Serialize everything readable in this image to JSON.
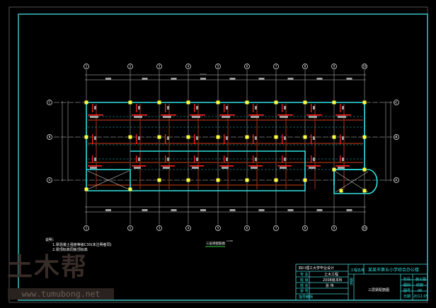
{
  "drawing": {
    "title": "三层梁配筋图",
    "scale": "1:100",
    "axes_columns": [
      "1",
      "2",
      "3",
      "4",
      "5",
      "6",
      "7",
      "8",
      "9",
      "10"
    ],
    "axes_rows": [
      "A",
      "B",
      "C"
    ],
    "dimension_total": "39600",
    "notes": {
      "heading": "说明：",
      "line1": "1.梁混凝土强度等级C30(未注明者同)",
      "line2": "2.梁顶标高同板顶标高"
    }
  },
  "title_block": {
    "school": "四川理工大学毕业设计",
    "major_label": "专 业",
    "major_value": "土木工程",
    "class_label": "班 级",
    "class_value": "2008级本科",
    "name_label": "姓 名",
    "name_value": "张 伟",
    "id_label": "学 号",
    "advisor_label": "指导教师",
    "project_label": "工程名称",
    "project_value": "某某市第五小学综合办公楼",
    "drawing_label": "图 名",
    "drawing_value": "三层梁配筋图",
    "stage_label": "阶段",
    "stage_value": "施工图",
    "type_label": "图别",
    "type_value": "结施",
    "no_label": "图号",
    "no_value": "06",
    "date_label": "日期",
    "date_value": "2012.05"
  },
  "watermark": {
    "logo": "土木帮",
    "url": "www.tumubong.net"
  },
  "colors": {
    "frame": "#40d0d0",
    "grid": "#c8c8c8",
    "wall": "#30e0e0",
    "column": "#ffff40",
    "beam": "#8a2a10",
    "rebar": "#ff2020",
    "label": "#a0a0a0"
  }
}
